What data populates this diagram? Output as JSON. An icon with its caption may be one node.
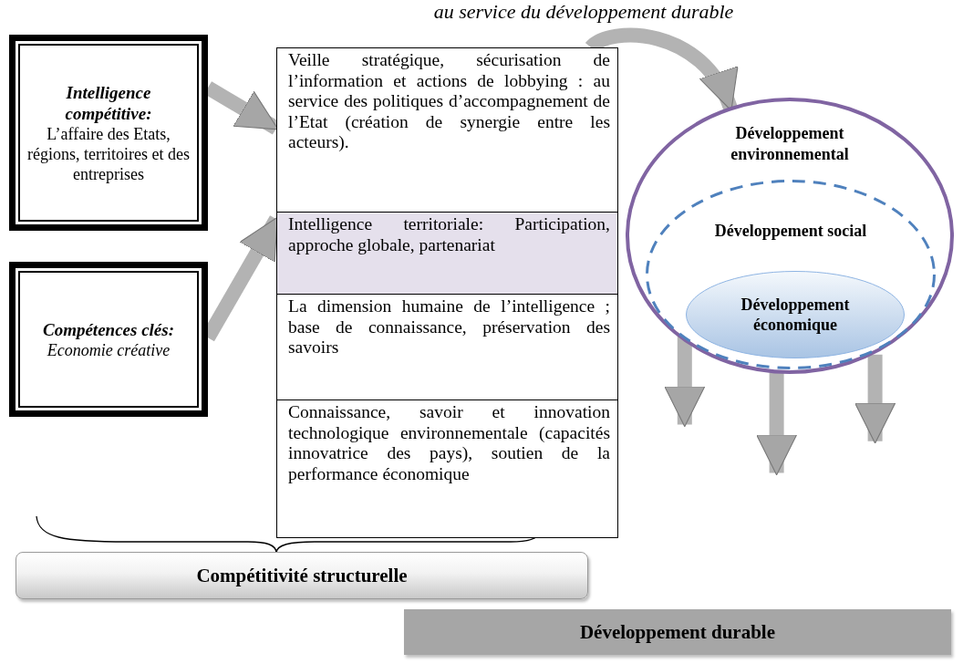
{
  "diagram": {
    "title": "au service du développement durable",
    "nodes": [
      {
        "text": [
          "Intelligence compétitive:",
          "L’affaire des Etats, régions, territoires et des entreprises"
        ]
      },
      {
        "text": [
          "Compétences clés:",
          "Economie créative"
        ]
      },
      {
        "text": [
          "Veille stratégique, sécurisation de l’information et actions de lobbying : au service des politiques d’accompagnement de l’Etat (création de synergie entre les acteurs)."
        ]
      },
      {
        "text": [
          "Intelligence territoriale: Participation, approche globale, partenariat"
        ]
      },
      {
        "text": [
          "La dimension humaine de l’intelligence ; base de connaissance, préservation des savoirs"
        ]
      },
      {
        "text": [
          "Connaissance, savoir et innovation technologique environnementale (capacités innovatrice des pays), soutien de la performance économique"
        ]
      },
      {
        "text": [
          "Développement environnemental"
        ]
      },
      {
        "text": [
          "Développement social"
        ],
        "in": 6
      },
      {
        "text": [
          "Développement économique"
        ],
        "in": 7
      },
      {
        "text": [
          "Compétitivité structurelle"
        ]
      },
      {
        "text": [
          "Développement durable"
        ]
      }
    ],
    "edges": [
      {
        "from": 0,
        "to": 2,
        "arrow": "to"
      },
      {
        "from": 1,
        "to": 3,
        "arrow": "to"
      },
      {
        "from": 2,
        "to": 6,
        "arrow": "to"
      },
      {
        "from": 6,
        "to": null,
        "arrow": "to"
      },
      {
        "from": 6,
        "to": null,
        "arrow": "to"
      },
      {
        "from": 6,
        "to": null,
        "arrow": "to"
      }
    ]
  }
}
